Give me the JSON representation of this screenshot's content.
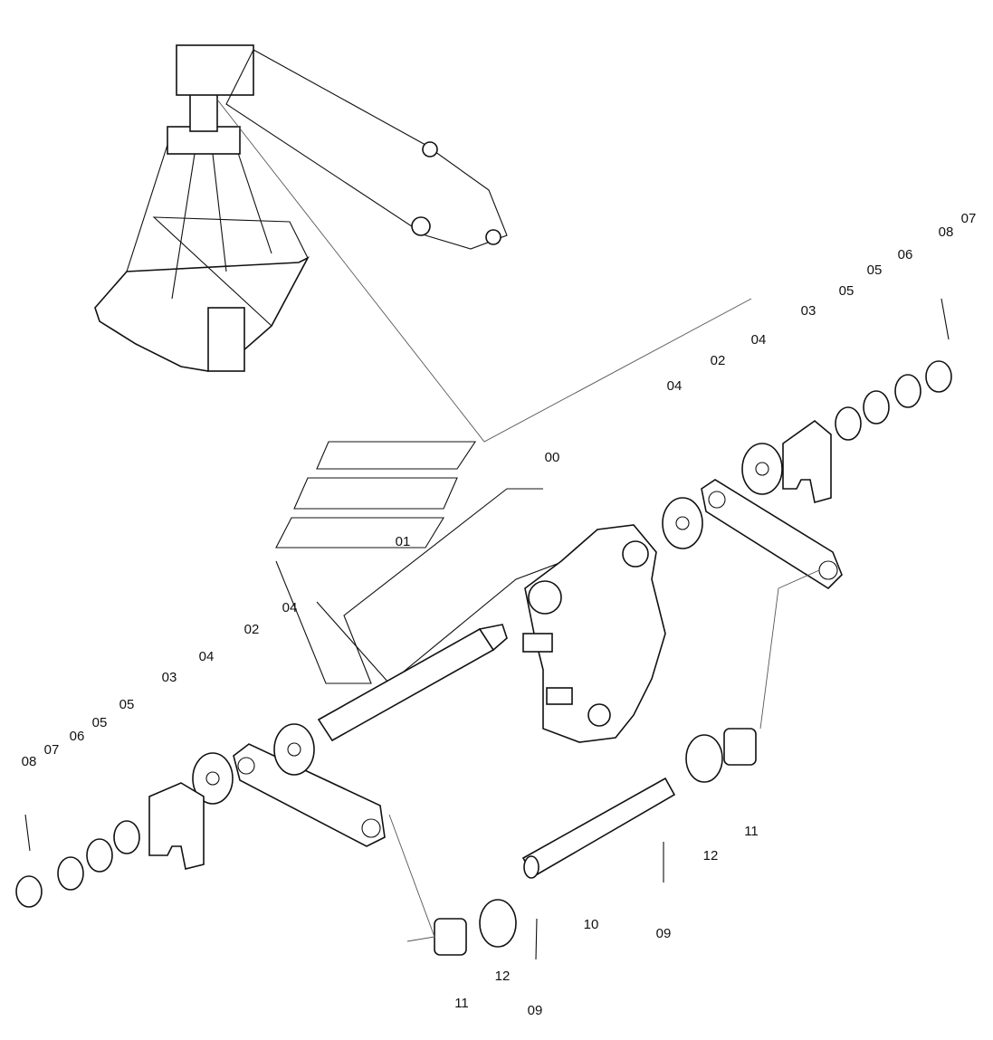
{
  "diagram": {
    "type": "exploded-parts-diagram",
    "callouts": [
      "00",
      "01",
      "02",
      "02",
      "03",
      "03",
      "04",
      "04",
      "04",
      "04",
      "05",
      "05",
      "05",
      "05",
      "06",
      "06",
      "07",
      "07",
      "08",
      "08",
      "09",
      "09",
      "10",
      "11",
      "11",
      "12",
      "12"
    ]
  }
}
